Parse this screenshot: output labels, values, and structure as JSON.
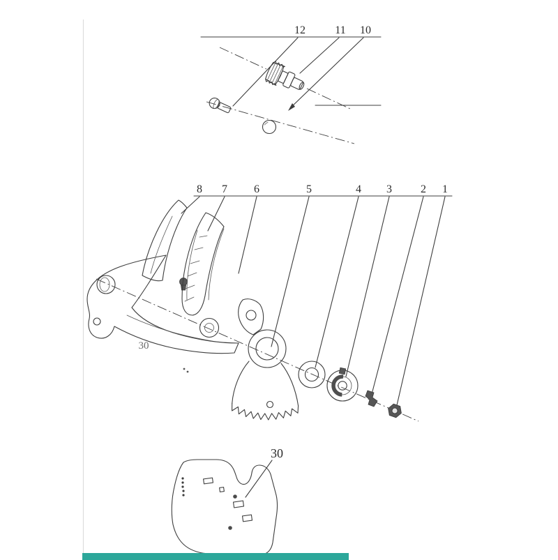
{
  "colors": {
    "line": "#3d3d3d",
    "page_edge": "#dcdcdc",
    "accent_bar": "#2ca79a",
    "muted_label": "#6a6a6a"
  },
  "labels": {
    "top": [
      {
        "text": "12"
      },
      {
        "text": "11"
      },
      {
        "text": "10"
      }
    ],
    "middle": [
      {
        "text": "8"
      },
      {
        "text": "7"
      },
      {
        "text": "6"
      },
      {
        "text": "5"
      },
      {
        "text": "4"
      },
      {
        "text": "3"
      },
      {
        "text": "2"
      },
      {
        "text": "1"
      }
    ],
    "handle_ref": {
      "text": "30"
    },
    "plate_ref": {
      "text": "30"
    }
  }
}
